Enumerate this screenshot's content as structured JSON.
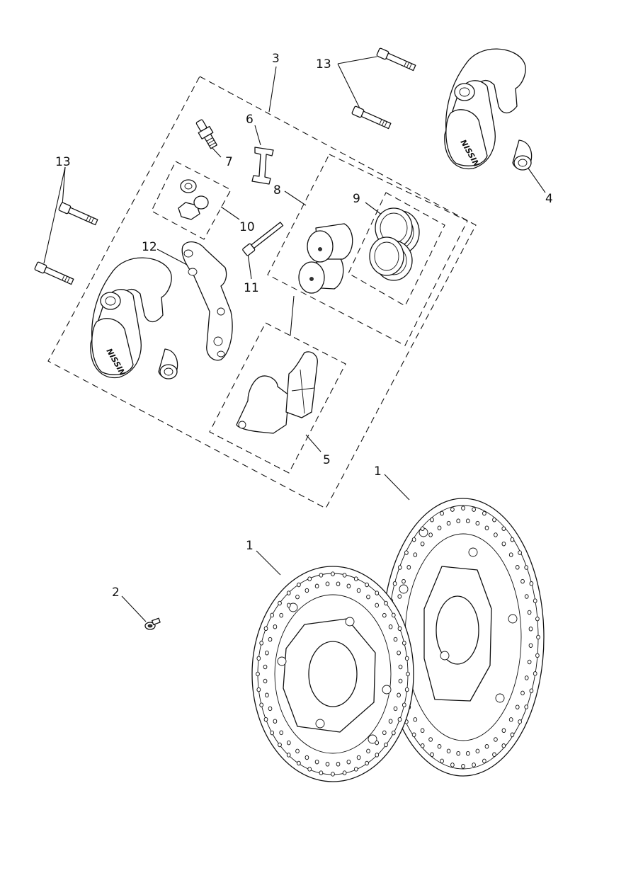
{
  "labels": {
    "l1a": "1",
    "l1b": "1",
    "l2": "2",
    "l3": "3",
    "l4": "4",
    "l5": "5",
    "l6": "6",
    "l7": "7",
    "l8": "8",
    "l9": "9",
    "l10": "10",
    "l11": "11",
    "l12": "12",
    "l13a": "13",
    "l13b": "13"
  },
  "logo_text": "NISSIN"
}
